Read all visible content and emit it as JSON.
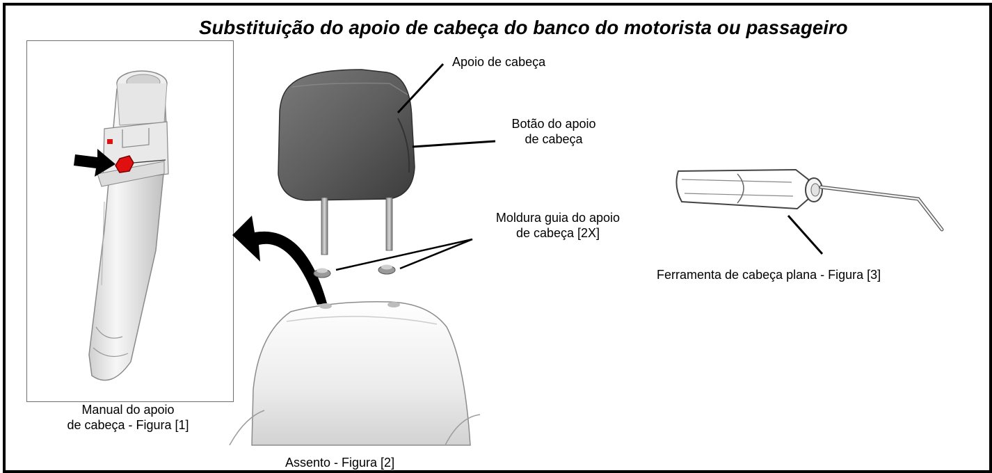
{
  "title": "Substituição do apoio de cabeça do banco do motorista ou passageiro",
  "labels": {
    "headrest": "Apoio de cabeça",
    "button_line1": "Botão do apoio",
    "button_line2": "de cabeça",
    "guide_line1": "Moldura guia do apoio",
    "guide_line2": "de cabeça [2X]",
    "tool": "Ferramenta de cabeça plana - Figura [3]",
    "manual_line1": "Manual do apoio",
    "manual_line2": "de cabeça - Figura [1]",
    "seat": "Assento - Figura [2]"
  },
  "colors": {
    "border": "#000000",
    "highlight": "#e01010",
    "part_fill": "#e4e4e4",
    "headrest_fill": "#5a5a5a"
  }
}
